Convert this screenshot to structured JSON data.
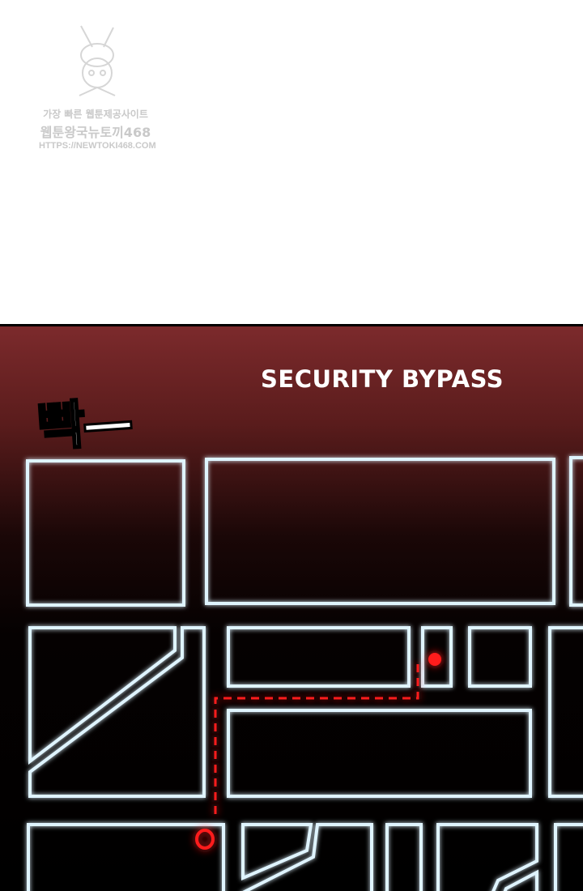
{
  "watermark": {
    "line1": "가장 빠른 웹툰제공사이트",
    "line2": "웹툰왕국뉴토끼468",
    "line3": "HTTPS://NEWTOKI468.COM"
  },
  "panel": {
    "title": "SECURITY BYPASS",
    "sfx": "빡—"
  },
  "colors": {
    "wall": "#dff4ff",
    "glow": "#8fd0ff",
    "route": "#ff1a1a",
    "bg_top": "#7c2a2c"
  }
}
